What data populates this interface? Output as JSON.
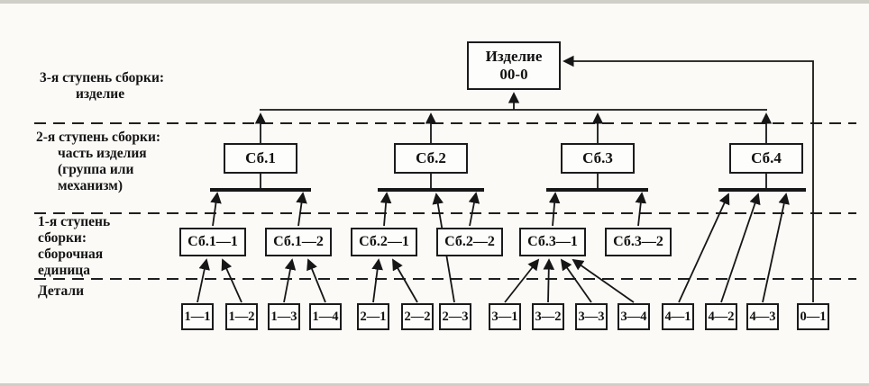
{
  "product": {
    "line1": "Изделие",
    "line2": "00-0"
  },
  "stages": {
    "s3l1": "3-я ступень сборки:",
    "s3l2": "изделие",
    "s2l1": "2-я ступень сборки:",
    "s2l2": "часть изделия",
    "s2l3": "(группа или",
    "s2l4": "механизм)",
    "s1l1": "1-я ступень",
    "s1l2": "сборки:",
    "s1l3": "сборочная",
    "s1l4": "единица",
    "details": "Детали"
  },
  "assemblies": [
    {
      "label": "Сб.1"
    },
    {
      "label": "Сб.2"
    },
    {
      "label": "Сб.3"
    },
    {
      "label": "Сб.4"
    }
  ],
  "units": [
    {
      "label": "Сб.1—1"
    },
    {
      "label": "Сб.1—2"
    },
    {
      "label": "Сб.2—1"
    },
    {
      "label": "Сб.2—2"
    },
    {
      "label": "Сб.3—1"
    },
    {
      "label": "Сб.3—2"
    }
  ],
  "parts": [
    {
      "label": "1—1"
    },
    {
      "label": "1—2"
    },
    {
      "label": "1—3"
    },
    {
      "label": "1—4"
    },
    {
      "label": "2—1"
    },
    {
      "label": "2—2"
    },
    {
      "label": "2—3"
    },
    {
      "label": "3—1"
    },
    {
      "label": "3—2"
    },
    {
      "label": "3—3"
    },
    {
      "label": "3—4"
    },
    {
      "label": "4—1"
    },
    {
      "label": "4—2"
    },
    {
      "label": "4—3"
    },
    {
      "label": "0—1"
    }
  ],
  "colors": {
    "ink": "#161616",
    "paper": "#fbfaf7"
  }
}
